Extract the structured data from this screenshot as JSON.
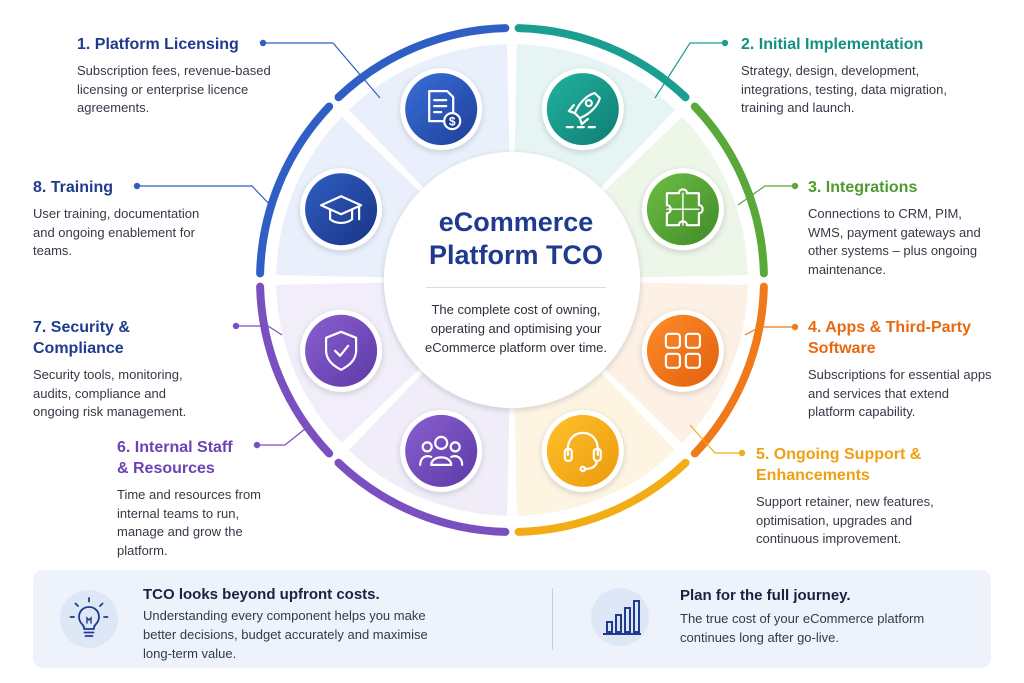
{
  "colors": {
    "blue": "#2f5fc4",
    "teal": "#1a9e8f",
    "green": "#5aa83a",
    "orange": "#f07a1a",
    "amber": "#f2ac16",
    "purple": "#7a4fc0",
    "navy": "#1f3b8f"
  },
  "center": {
    "title_line1": "eCommerce",
    "title_line2": "Platform TCO",
    "description": "The complete cost of owning, operating and optimising your eCommerce platform over time."
  },
  "segments": [
    {
      "title": "1. Platform Licensing",
      "description": "Subscription fees, revenue-based licensing or enterprise licence agreements.",
      "icon": "document-dollar-icon"
    },
    {
      "title": "2. Initial Implementation",
      "description": "Strategy, design, development, integrations, testing, data migration, training and launch.",
      "icon": "rocket-icon"
    },
    {
      "title": "3. Integrations",
      "description": "Connections to CRM, PIM, WMS, payment gateways and other systems – plus ongoing maintenance.",
      "icon": "puzzle-icon"
    },
    {
      "title_line1": "4. Apps & Third-Party",
      "title_line2": "Software",
      "description": "Subscriptions for essential apps and services that extend platform capability.",
      "icon": "apps-grid-icon"
    },
    {
      "title_line1": "5. Ongoing Support &",
      "title_line2": "Enhancements",
      "description": "Support retainer, new features, optimisation, upgrades and continuous improvement.",
      "icon": "headset-icon"
    },
    {
      "title_line1": "6. Internal Staff",
      "title_line2": "& Resources",
      "description": "Time and resources from internal teams to run, manage and grow the platform.",
      "icon": "team-icon"
    },
    {
      "title": "7. Security & Compliance",
      "description": "Security tools, monitoring, audits, compliance and ongoing risk management.",
      "icon": "shield-check-icon"
    },
    {
      "title": "8. Training",
      "description": "User training, documentation and ongoing enablement for teams.",
      "icon": "graduation-cap-icon"
    }
  ],
  "banner": {
    "left": {
      "title": "TCO looks beyond upfront costs.",
      "text": "Understanding every component helps you make better decisions, budget accurately and maximise long-term value.",
      "icon": "lightbulb-icon"
    },
    "right": {
      "title": "Plan for the full journey.",
      "text": "The true cost of your eCommerce platform continues long after go-live.",
      "icon": "bar-chart-icon"
    }
  }
}
